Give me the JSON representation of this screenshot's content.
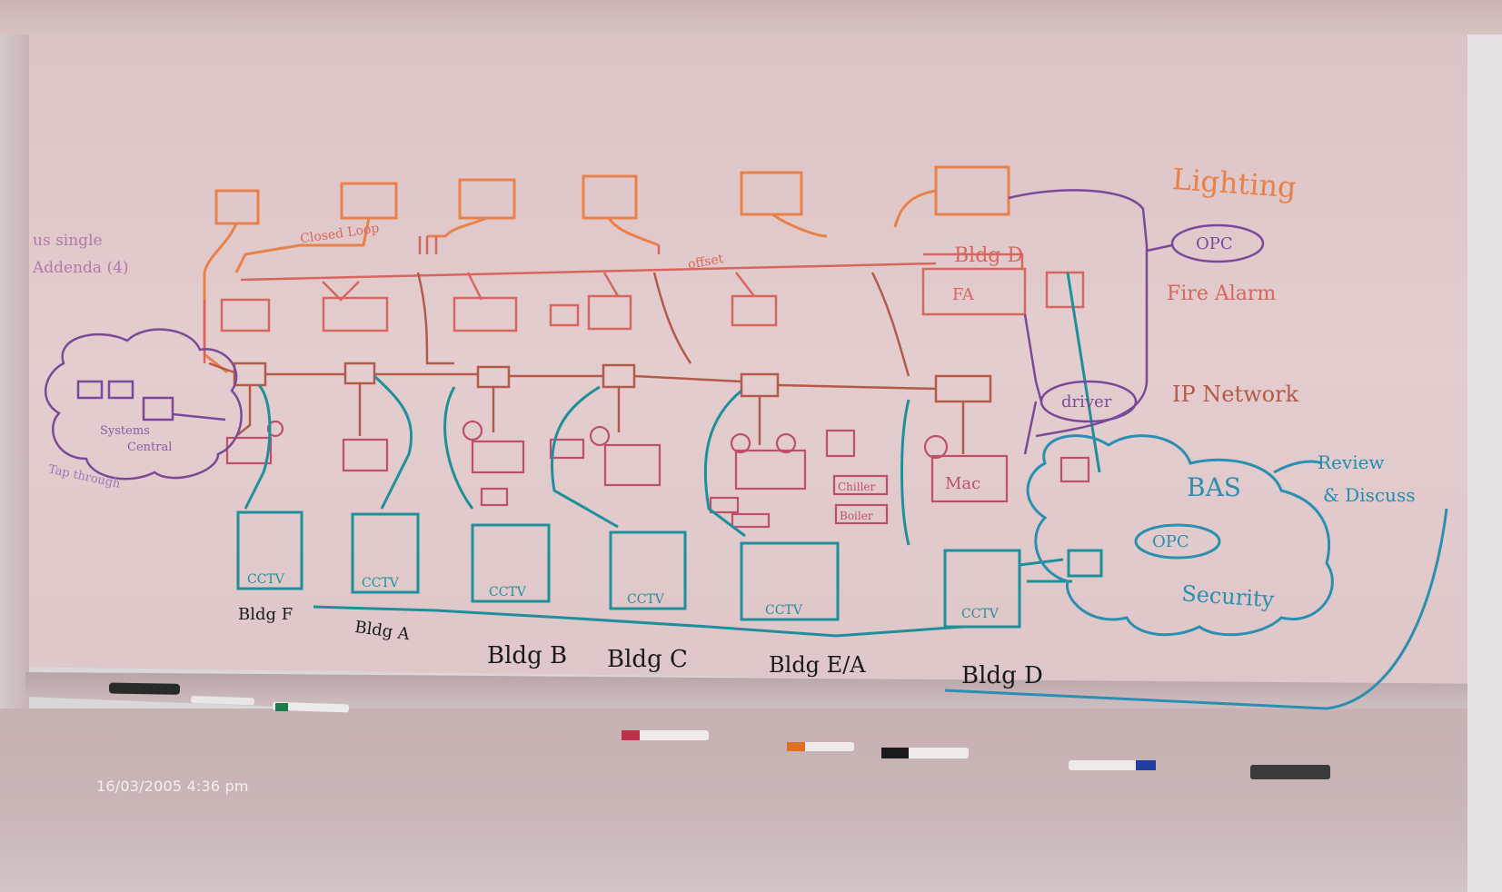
{
  "photo": {
    "timestamp": "16/03/2005 4:36 pm"
  },
  "whiteboard": {
    "legend": {
      "lighting": "Lighting",
      "opc_top": "OPC",
      "fire_alarm": "Fire Alarm",
      "ip_network": "IP Network",
      "driver": "driver",
      "bas": "BAS",
      "opc_bottom": "OPC",
      "security": "Security",
      "review": "Review",
      "discuss": "& Discuss"
    },
    "buildings": [
      "Bldg F",
      "Bldg A",
      "Bldg B",
      "Bldg C",
      "Bldg E/A",
      "Bldg D"
    ],
    "cctv_label": "CCTV",
    "bldg_d_top": "Bldg D",
    "fa_box": "FA",
    "mac_box": "Mac",
    "chiller": "Chiller",
    "boiler": "Boiler",
    "left_note_1": "us single",
    "left_note_2": "Addenda (4)",
    "left_cloud_1": "Systems",
    "left_cloud_2": "Central",
    "left_bottom": "Tap through",
    "closed_loop": "Closed Loop",
    "offsets": "offset"
  },
  "colors": {
    "lighting": "#e8824a",
    "fire_alarm": "#d9665e",
    "ip_network": "#b45a4a",
    "cctv": "#1f8f9a",
    "bas": "#2a8fb0",
    "purple": "#7a4a9a",
    "black": "#1a1a1a"
  }
}
